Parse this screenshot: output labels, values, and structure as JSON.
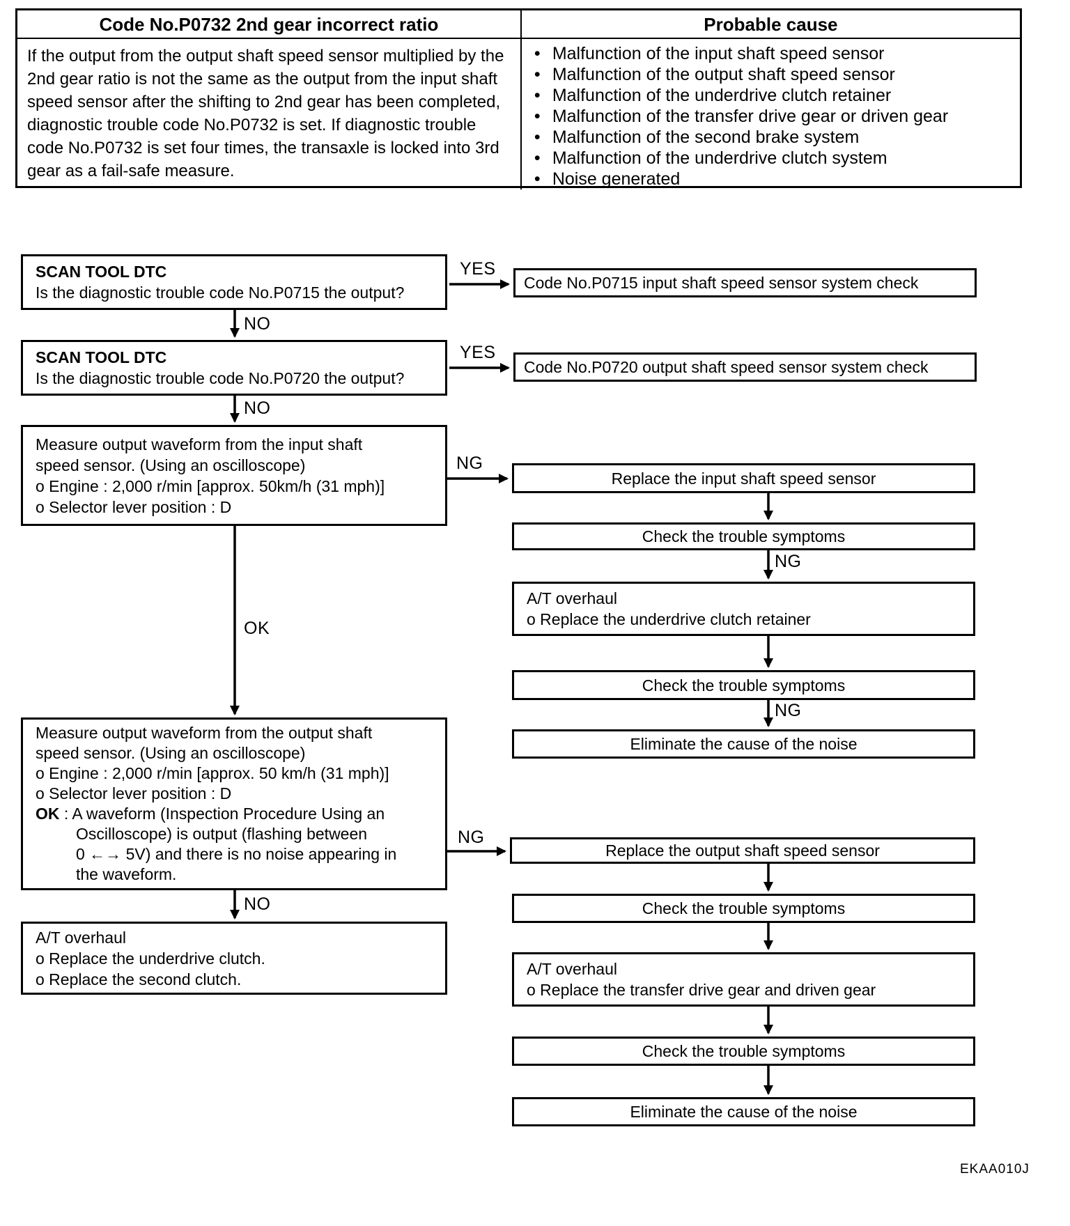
{
  "table": {
    "title": "Code No.P0732 2nd gear incorrect ratio",
    "probable_cause_header": "Probable cause",
    "description": "If the output from the output shaft speed sensor multiplied by the 2nd gear ratio is not the same as the output from the input shaft speed sensor after the shifting to 2nd gear has been completed, diagnostic trouble code No.P0732 is set. If diagnostic trouble code No.P0732 is set four times, the transaxle is locked into 3rd gear as a fail-safe measure.",
    "causes": [
      "Malfunction of the input shaft speed sensor",
      "Malfunction of the output shaft speed sensor",
      "Malfunction of the underdrive clutch retainer",
      "Malfunction of the transfer drive gear or driven gear",
      "Malfunction of the second brake system",
      "Malfunction of the underdrive clutch system",
      "Noise generated"
    ]
  },
  "flow": {
    "labels": {
      "yes": "YES",
      "no": "NO",
      "ng": "NG",
      "ok": "OK"
    },
    "scan_dtc_1": {
      "title": "SCAN TOOL DTC",
      "question": "Is the diagnostic trouble code No.P0715 the output?"
    },
    "scan_dtc_2": {
      "title": "SCAN TOOL DTC",
      "question": "Is the diagnostic trouble code No.P0720 the output?"
    },
    "p0715_check": "Code No.P0715 input shaft speed sensor system check",
    "p0720_check": "Code No.P0720 output shaft speed sensor system check",
    "measure_input": {
      "line1": "Measure output waveform from the input shaft",
      "line2": "speed sensor. (Using an oscilloscope)",
      "line3": "o Engine : 2,000 r/min [approx. 50km/h (31 mph)]",
      "line4": "o Selector lever position : D"
    },
    "replace_input": "Replace the input shaft speed sensor",
    "check_symptoms": "Check the trouble symptoms",
    "overhaul_retainer": {
      "line1": "A/T overhaul",
      "line2": "o Replace the underdrive clutch retainer"
    },
    "eliminate_noise": "Eliminate the cause of the noise",
    "measure_output": {
      "line1": "Measure output waveform from the output shaft",
      "line2": "speed sensor. (Using an oscilloscope)",
      "line3": "o Engine : 2,000 r/min [approx. 50 km/h (31 mph)]",
      "line4": "o Selector lever position : D",
      "ok_label": "OK",
      "ok_line1": " : A waveform (Inspection Procedure Using an",
      "ok_line2": "Oscilloscope) is output (flashing between",
      "ok_line3": "0 ←→ 5V) and there is no noise appearing in",
      "ok_line4": "the waveform."
    },
    "overhaul_clutch": {
      "line1": "A/T overhaul",
      "line2": "o Replace the underdrive clutch.",
      "line3": "o Replace the second clutch."
    },
    "replace_output": "Replace the output shaft speed sensor",
    "overhaul_transfer": {
      "line1": "A/T overhaul",
      "line2": "o Replace the transfer drive gear and driven gear"
    },
    "figure_code": "EKAA010J"
  }
}
